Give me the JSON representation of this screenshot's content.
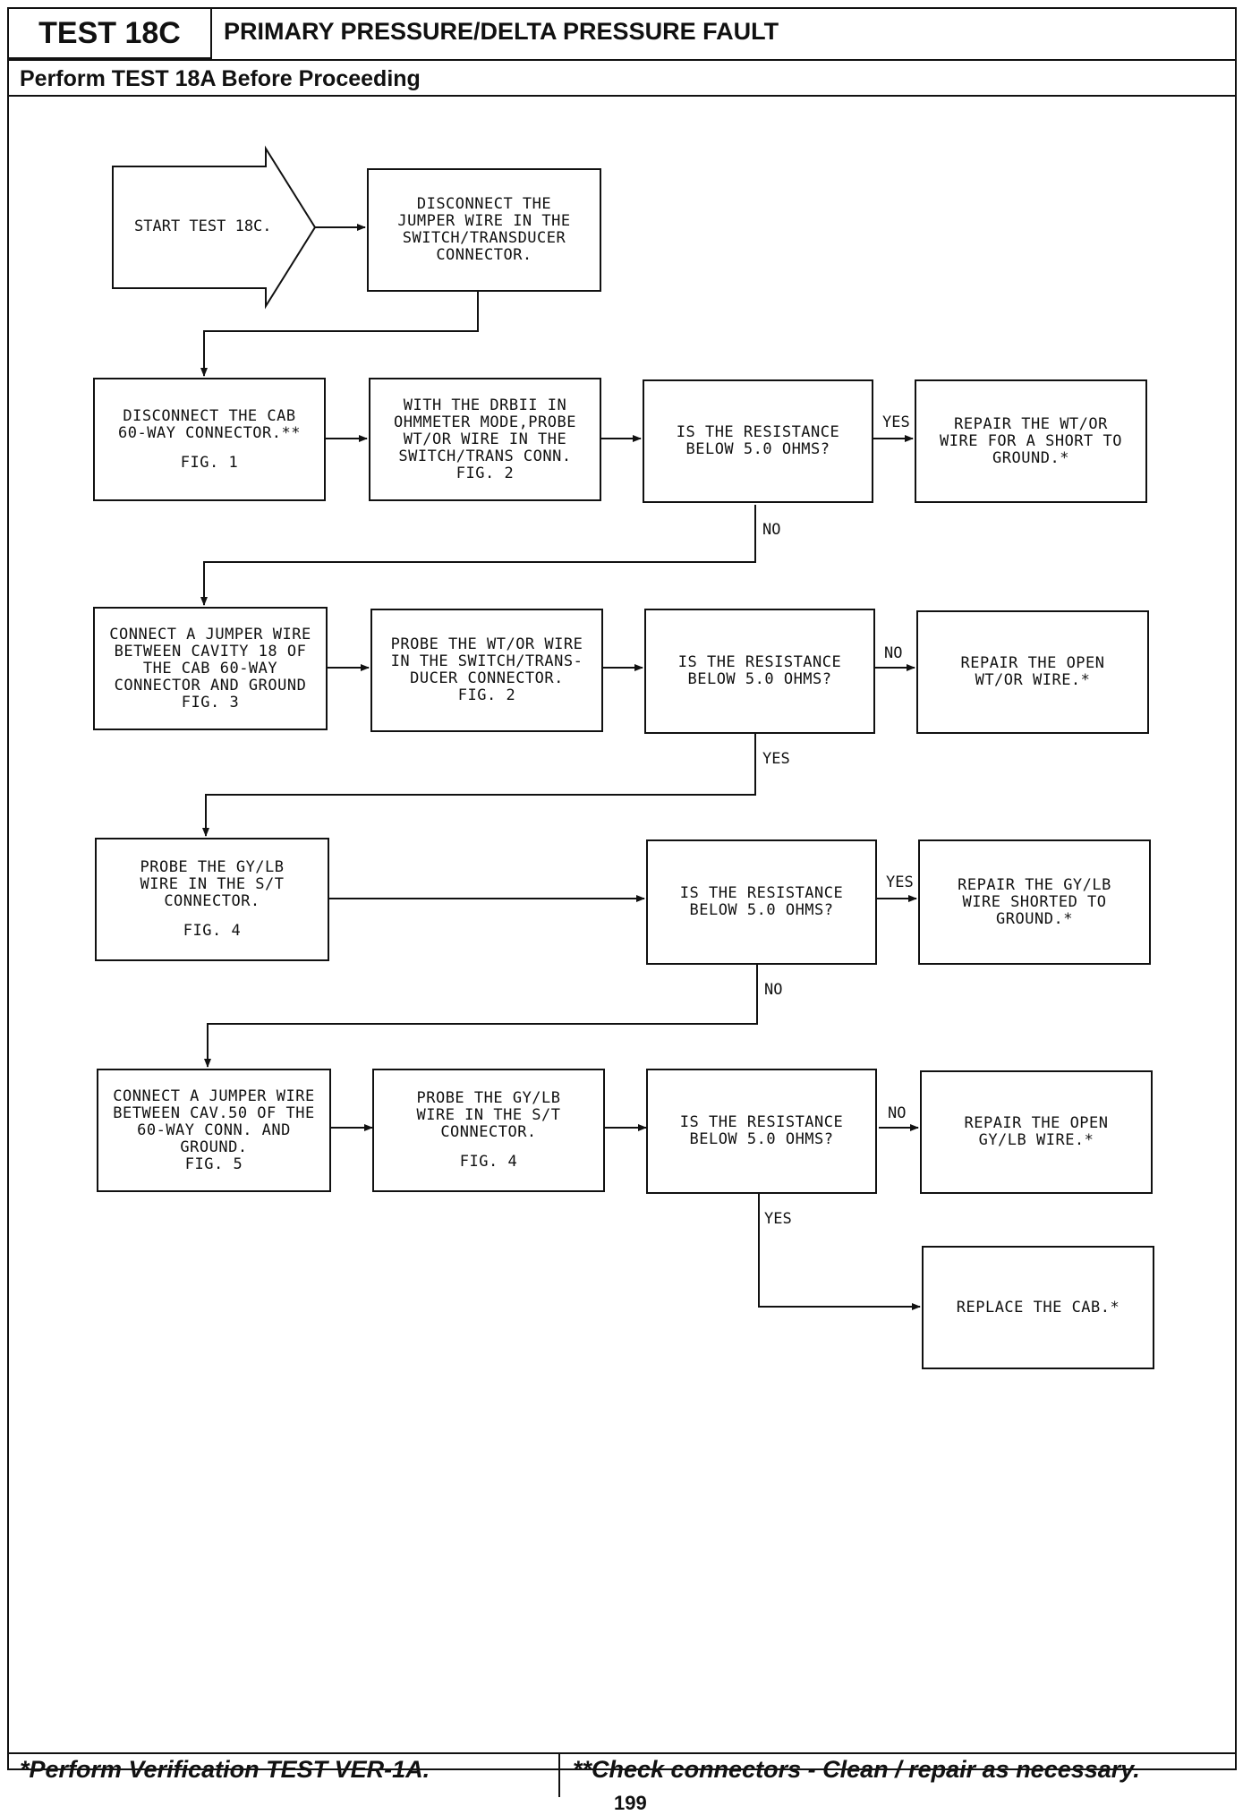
{
  "header": {
    "test_id": "TEST 18C",
    "title": "PRIMARY PRESSURE/DELTA PRESSURE FAULT",
    "subtitle": "Perform TEST 18A Before Proceeding"
  },
  "footer": {
    "left_note": "*Perform Verification TEST VER-1A.",
    "right_note": "**Check connectors - Clean / repair as necessary.",
    "page_number": "199"
  },
  "flow": {
    "start": "START TEST 18C.",
    "step1": "DISCONNECT THE JUMPER WIRE IN THE SWITCH/TRANSDUCER CONNECTOR.",
    "step2": "DISCONNECT THE CAB 60-WAY CONNECTOR.**",
    "step2_fig": "FIG. 1",
    "step3": "WITH THE DRBII IN OHMMETER MODE,PROBE WT/OR WIRE IN THE SWITCH/TRANS CONN.",
    "step3_fig": "FIG. 2",
    "q1": "IS THE RESISTANCE BELOW 5.0 OHMS?",
    "q1_yes": "YES",
    "q1_no": "NO",
    "r1": "REPAIR THE WT/OR WIRE FOR A SHORT TO GROUND.*",
    "step4": "CONNECT A JUMPER WIRE BETWEEN CAVITY 18 OF THE CAB 60-WAY CONNECTOR AND GROUND",
    "step4_fig": "FIG. 3",
    "step5": "PROBE THE WT/OR WIRE IN THE SWITCH/TRANS-DUCER CONNECTOR.",
    "step5_fig": "FIG. 2",
    "q2": "IS THE RESISTANCE BELOW 5.0 OHMS?",
    "q2_no": "NO",
    "q2_yes": "YES",
    "r2": "REPAIR THE OPEN WT/OR WIRE.*",
    "step6": "PROBE THE GY/LB WIRE IN THE S/T CONNECTOR.",
    "step6_fig": "FIG. 4",
    "q3": "IS THE RESISTANCE BELOW 5.0 OHMS?",
    "q3_yes": "YES",
    "q3_no": "NO",
    "r3": "REPAIR THE GY/LB WIRE SHORTED TO GROUND.*",
    "step7": "CONNECT A JUMPER WIRE BETWEEN CAV.50 OF THE 60-WAY CONN. AND GROUND.",
    "step7_fig": "FIG. 5",
    "step8": "PROBE THE GY/LB WIRE IN THE S/T CONNECTOR.",
    "step8_fig": "FIG. 4",
    "q4": "IS THE RESISTANCE BELOW 5.0 OHMS?",
    "q4_no": "NO",
    "q4_yes": "YES",
    "r4": "REPAIR THE OPEN GY/LB WIRE.*",
    "r5": "REPLACE THE CAB.*"
  }
}
